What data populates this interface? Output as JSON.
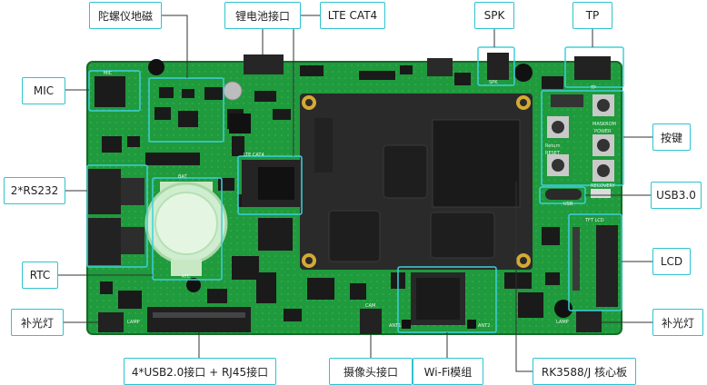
{
  "labels": {
    "gyro": "陀螺仪地磁",
    "battery": "锂电池接口",
    "lte": "LTE CAT4",
    "spk": "SPK",
    "tp": "TP",
    "mic": "MIC",
    "keys": "按键",
    "rs232": "2*RS232",
    "usb3": "USB3.0",
    "rtc": "RTC",
    "lcd": "LCD",
    "fill_light_left": "补光灯",
    "fill_light_right": "补光灯",
    "usb2_rj45": "4*USB2.0接口 + RJ45接口",
    "camera": "摄像头接口",
    "wifi": "Wi-Fi模组",
    "core": "RK3588/J 核心板"
  },
  "board_text": {
    "lte_mark": "LTE CAT4",
    "spk_mark": "SPK",
    "tp_mark": "TP",
    "maskrom": "MASKROM",
    "power": "POWER",
    "return": "Return",
    "reset": "RESET",
    "recovery": "RECOVERY",
    "usb": "USB",
    "tft": "TFT LCD",
    "lamp_l": "LAMP",
    "lamp_r": "LAMP",
    "cam": "CAM",
    "ant1": "ANT1",
    "ant2": "ANT2",
    "mic": "MIC",
    "rtc": "RTC",
    "bat": "BAT"
  },
  "colors": {
    "pcb": "#1f9a3c",
    "pcb_dark": "#187a30",
    "som": "#2a2a2a",
    "highlight": "#3fd0dc",
    "leader": "#333333",
    "gold": "#d4a935"
  }
}
